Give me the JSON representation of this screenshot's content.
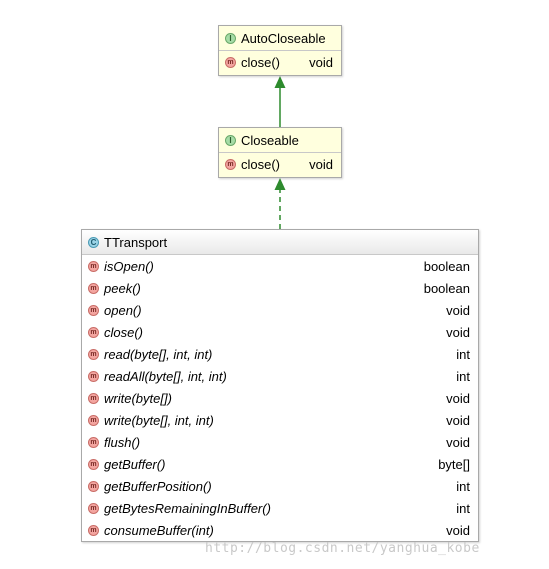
{
  "autocloseable": {
    "kind_icon": "interface-icon",
    "kind_letter": "I",
    "name": "AutoCloseable",
    "methods": [
      {
        "name": "close()",
        "return": "void"
      }
    ]
  },
  "closeable": {
    "kind_icon": "interface-icon",
    "kind_letter": "I",
    "name": "Closeable",
    "methods": [
      {
        "name": "close()",
        "return": "void"
      }
    ]
  },
  "ttransport": {
    "kind_icon": "abstract-class-icon",
    "kind_letter": "C",
    "name": "TTransport",
    "methods": [
      {
        "name": "isOpen()",
        "return": "boolean"
      },
      {
        "name": "peek()",
        "return": "boolean"
      },
      {
        "name": "open()",
        "return": "void"
      },
      {
        "name": "close()",
        "return": "void"
      },
      {
        "name": "read(byte[], int, int)",
        "return": "int"
      },
      {
        "name": "readAll(byte[], int, int)",
        "return": "int"
      },
      {
        "name": "write(byte[])",
        "return": "void"
      },
      {
        "name": "write(byte[], int, int)",
        "return": "void"
      },
      {
        "name": "flush()",
        "return": "void"
      },
      {
        "name": "getBuffer()",
        "return": "byte[]"
      },
      {
        "name": "getBufferPosition()",
        "return": "int"
      },
      {
        "name": "getBytesRemainingInBuffer()",
        "return": "int"
      },
      {
        "name": "consumeBuffer(int)",
        "return": "void"
      }
    ]
  },
  "method_icon_letter": "m",
  "edges": [
    {
      "from": "Closeable",
      "to": "AutoCloseable",
      "kind": "extends",
      "color": "#2e8b2e"
    },
    {
      "from": "TTransport",
      "to": "Closeable",
      "kind": "implements",
      "color": "#2e8b2e"
    }
  ],
  "colors": {
    "interface_box_fill": "#ffffde",
    "class_box_fill": "#ffffff",
    "box_border": "#a9a9a9",
    "arrow": "#2e8b2e"
  },
  "watermark": "http://blog.csdn.net/yanghua_kobe"
}
